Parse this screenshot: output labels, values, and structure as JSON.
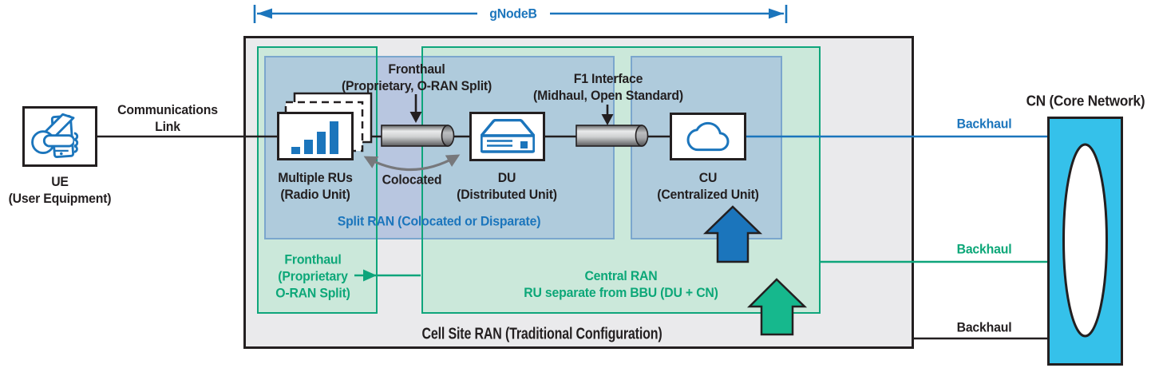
{
  "colors": {
    "brand_blue": "#1b75bc",
    "teal_green": "#0ea57b",
    "teal_arrow_fill": "#16b88d",
    "cyan_core": "#35c1ea",
    "dark_outline": "#231f20",
    "gray_region_fill": "#eaeaec",
    "blue_region_fill": "#afcbdc",
    "blue_strip_fill": "#b8c6e0",
    "green_region_fill": "#cbe8da",
    "blue_region_border": "#7ba6cd",
    "gray_arrow": "#77787b"
  },
  "gnodeb": {
    "label": "gNodeB"
  },
  "links": {
    "communications": "Communications\nLink",
    "backhaul_top": "Backhaul",
    "backhaul_middle": "Backhaul",
    "backhaul_bottom": "Backhaul"
  },
  "nodes": {
    "ue": {
      "label": "UE\n(User Equipment)"
    },
    "multiple_rus": {
      "label": "Multiple RUs\n(Radio Unit)"
    },
    "du": {
      "label": "DU\n(Distributed Unit)"
    },
    "cu": {
      "label": "CU\n(Centralized Unit)"
    },
    "cn": {
      "label": "CN (Core Network)"
    }
  },
  "interfaces": {
    "fronthaul_top": "Fronthaul\n(Proprietary, O-RAN Split)",
    "f1": "F1 Interface\n(Midhaul, Open Standard)",
    "colocated": "Colocated",
    "fronthaul_left": "Fronthaul\n(Proprietary\nO-RAN Split)"
  },
  "regions": {
    "split_ran": "Split RAN (Colocated or Disparate)",
    "central_ran": "Central RAN\nRU separate from BBU (DU + CN)",
    "cell_site_ran": "Cell Site RAN (Traditional Configuration)"
  }
}
